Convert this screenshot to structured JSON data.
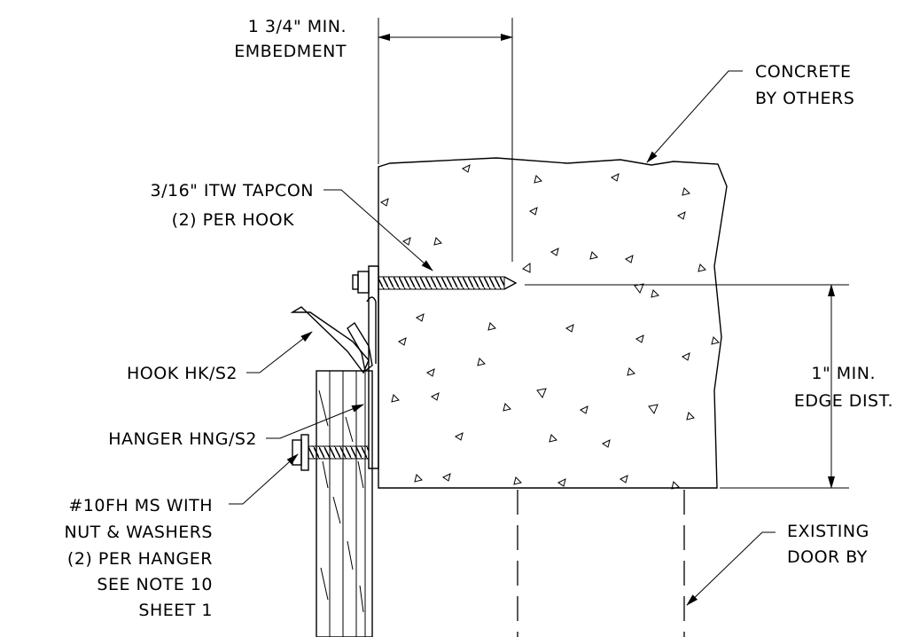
{
  "labels": {
    "embedment_line1": "1  3/4\" MIN.",
    "embedment_line2": "EMBEDMENT",
    "concrete_line1": "CONCRETE",
    "concrete_line2": "BY OTHERS",
    "tapcon_line1": "3/16\" ITW TAPCON",
    "tapcon_line2": "(2) PER HOOK",
    "hook": "HOOK HK/S2",
    "hanger": "HANGER HNG/S2",
    "edge_line1": "1\" MIN.",
    "edge_line2": "EDGE DIST.",
    "fastener_line1": "#10FH MS WITH",
    "fastener_line2": "NUT & WASHERS",
    "fastener_line3": "(2) PER HANGER",
    "fastener_line4": "SEE NOTE 10",
    "fastener_line5": "SHEET 1",
    "door_line1": "EXISTING",
    "door_line2": "DOOR BY"
  }
}
